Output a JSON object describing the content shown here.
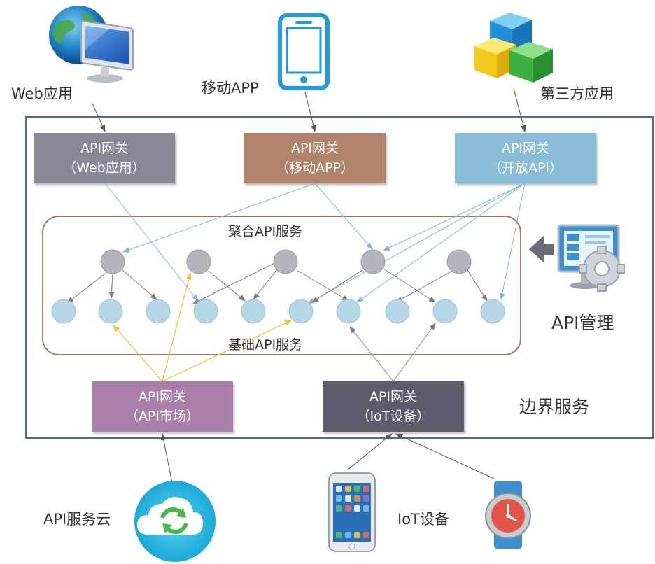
{
  "clients_top": {
    "web": "Web应用",
    "mobile": "移动APP",
    "third_party": "第三方应用"
  },
  "gateways": {
    "web": {
      "title": "API网关",
      "sub": "（Web应用）",
      "color": "#8a8797"
    },
    "mobile": {
      "title": "API网关",
      "sub": "（移动APP）",
      "color": "#b0846a"
    },
    "open": {
      "title": "API网关",
      "sub": "（开放API）",
      "color": "#89bcd6"
    },
    "market": {
      "title": "API网关",
      "sub": "（API市场）",
      "color": "#a980a9"
    },
    "iot": {
      "title": "API网关",
      "sub": "（IoT设备）",
      "color": "#5f5a6c"
    }
  },
  "services": {
    "aggregate": "聚合API服务",
    "base": "基础API服务"
  },
  "side": {
    "api_management": "API管理",
    "boundary": "边界服务"
  },
  "clients_bottom": {
    "cloud": "API服务云",
    "iot": "IoT设备"
  },
  "colors": {
    "boundary": "#4a6f86",
    "cluster": "#a27d66",
    "agg_node": "#b6b4bd",
    "base_node": "#b7d7e7",
    "gray_arrow": "#7b7b85",
    "blue_arrow": "#7fb9d6",
    "yellow_arrow": "#f2c12e"
  }
}
